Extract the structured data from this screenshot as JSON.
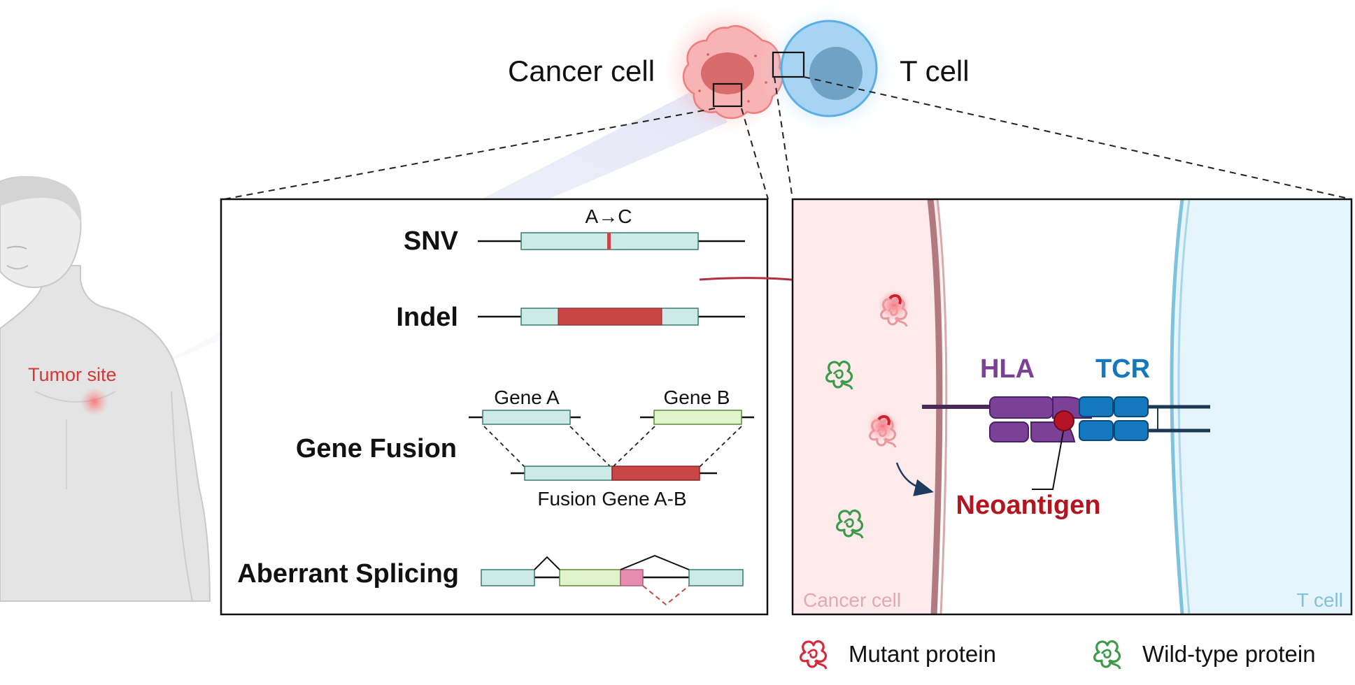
{
  "header": {
    "cancer_cell_label": "Cancer cell",
    "t_cell_label": "T cell"
  },
  "body_figure": {
    "tumor_site_label": "Tumor site"
  },
  "mutations_panel": {
    "snv": {
      "label": "SNV",
      "substitution": "A→C"
    },
    "indel": {
      "label": "Indel"
    },
    "gene_fusion": {
      "label": "Gene Fusion",
      "gene_a": "Gene A",
      "gene_b": "Gene B",
      "fusion_product": "Fusion Gene A-B"
    },
    "aberrant_splicing": {
      "label": "Aberrant Splicing"
    }
  },
  "synapse_panel": {
    "hla_label": "HLA",
    "tcr_label": "TCR",
    "neoantigen_label": "Neoantigen",
    "cancer_cell_corner_label": "Cancer cell",
    "t_cell_corner_label": "T cell"
  },
  "legend": {
    "mutant_protein": "Mutant protein",
    "wild_type_protein": "Wild-type protein"
  },
  "colors": {
    "mutant_red": "#c8323c",
    "wild_type_green": "#3c9b48",
    "hla_purple": "#7a4196",
    "tcr_blue": "#1478be",
    "neoantigen_red": "#b4141e",
    "exon_teal": "#cdeae6",
    "exon_green": "#e0f4cc",
    "mutation_red": "#c84646",
    "splice_pink": "#e68cae",
    "t_cell_blue": "#82c0e6",
    "cancer_cell_pink": "#f08c8c"
  }
}
